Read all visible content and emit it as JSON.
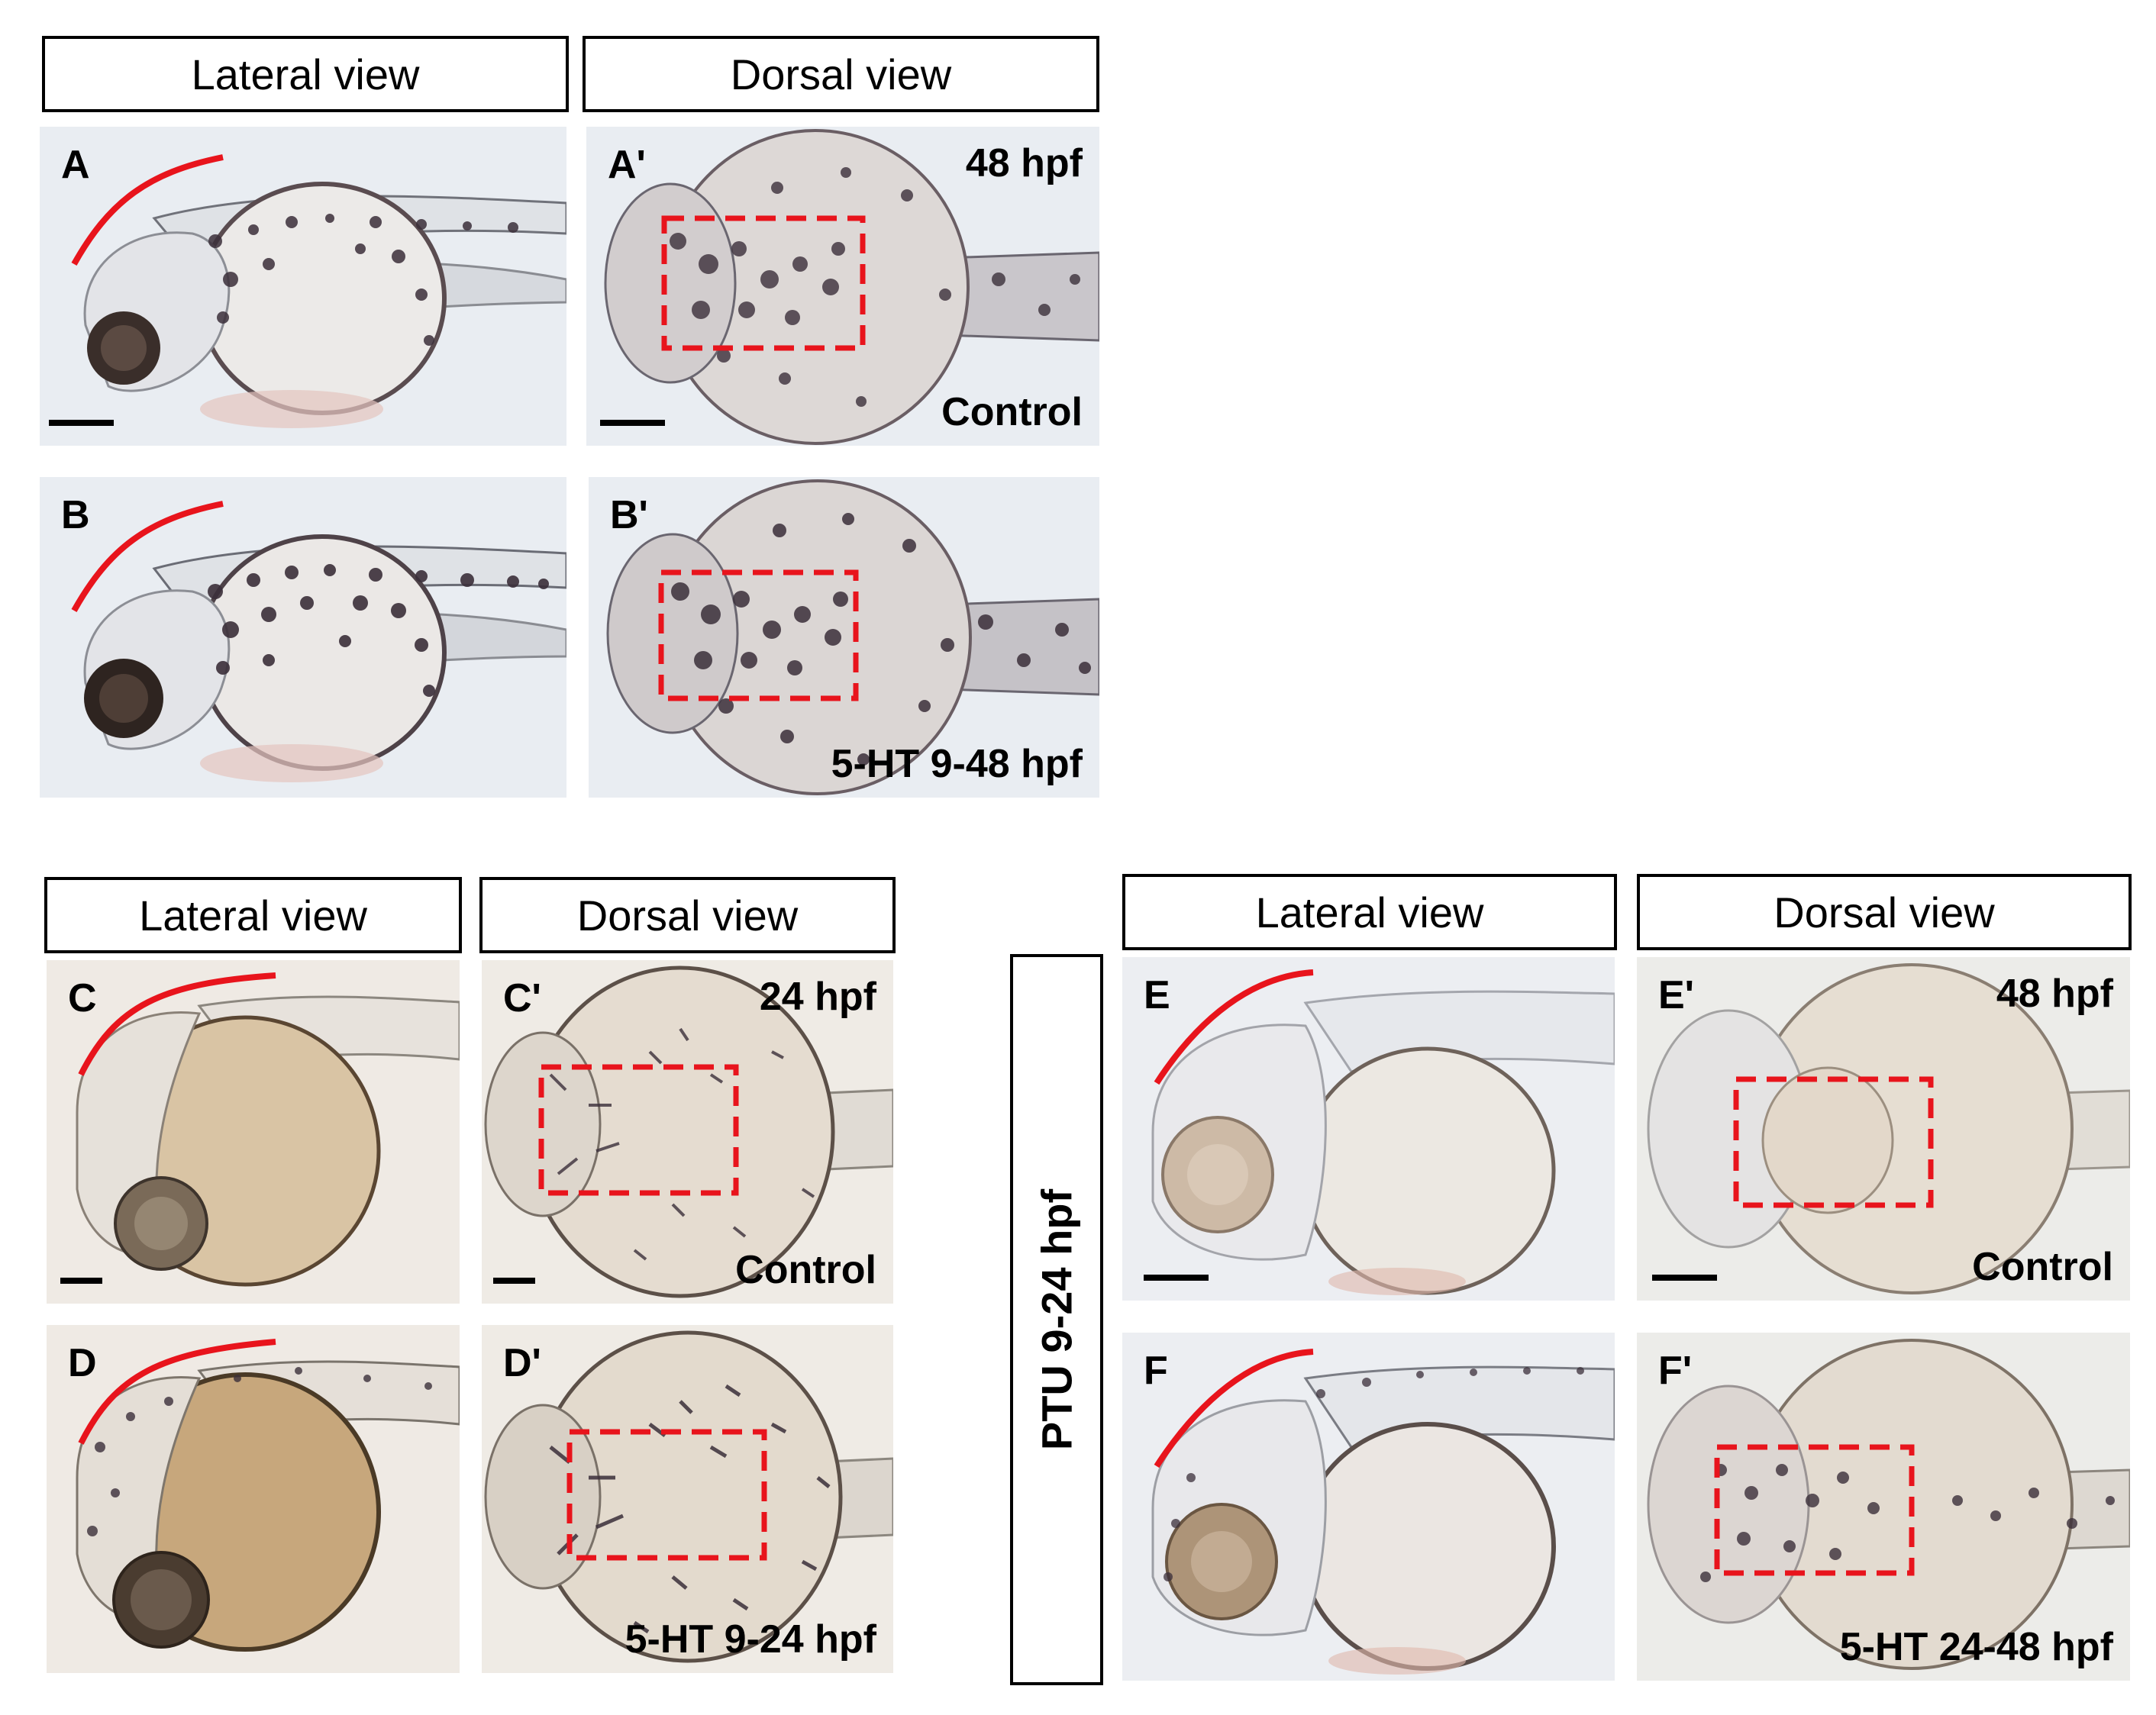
{
  "figure": {
    "headers": {
      "top_lateral": "Lateral view",
      "top_dorsal": "Dorsal view",
      "mid_lateral": "Lateral view",
      "mid_dorsal": "Dorsal view",
      "right_lateral": "Lateral view",
      "right_dorsal": "Dorsal view"
    },
    "ptu_label": "PTU 9-24 hpf",
    "panels": {
      "A": {
        "letter": "A"
      },
      "A2": {
        "letter": "A'",
        "stage": "48 hpf",
        "condition": "Control"
      },
      "B": {
        "letter": "B"
      },
      "B2": {
        "letter": "B'",
        "condition": "5-HT 9-48 hpf"
      },
      "C": {
        "letter": "C"
      },
      "C2": {
        "letter": "C'",
        "stage": "24 hpf",
        "condition": "Control"
      },
      "D": {
        "letter": "D"
      },
      "D2": {
        "letter": "D'",
        "condition": "5-HT 9-24 hpf"
      },
      "E": {
        "letter": "E"
      },
      "E2": {
        "letter": "E'",
        "stage": "48 hpf",
        "condition": "Control"
      },
      "F": {
        "letter": "F"
      },
      "F2": {
        "letter": "F'",
        "condition": "5-HT 24-48 hpf"
      }
    },
    "colors": {
      "annotation_red": "#e8141c",
      "background_blue": "#e9edf2",
      "background_warm": "#efe9e2",
      "yolk_tan": "#d8c4a4"
    }
  }
}
